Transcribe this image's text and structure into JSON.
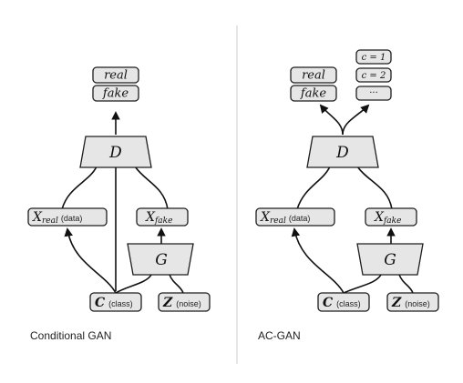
{
  "left": {
    "caption": "Conditional GAN",
    "outputs": [
      "real",
      "fake"
    ],
    "discriminator": "D",
    "generator": "G",
    "x_real": {
      "var": "X",
      "sub": "real",
      "note": "(data)"
    },
    "x_fake": {
      "var": "X",
      "sub": "fake"
    },
    "class_input": {
      "var": "C",
      "note": "(class)"
    },
    "noise_input": {
      "var": "Z",
      "note": "(noise)"
    }
  },
  "right": {
    "caption": "AC-GAN",
    "outputs": [
      "real",
      "fake"
    ],
    "class_outputs": [
      "c = 1",
      "c = 2",
      "···"
    ],
    "discriminator": "D",
    "generator": "G",
    "x_real": {
      "var": "X",
      "sub": "real",
      "note": "(data)"
    },
    "x_fake": {
      "var": "X",
      "sub": "fake"
    },
    "class_input": {
      "var": "C",
      "note": "(class)"
    },
    "noise_input": {
      "var": "Z",
      "note": "(noise)"
    }
  }
}
